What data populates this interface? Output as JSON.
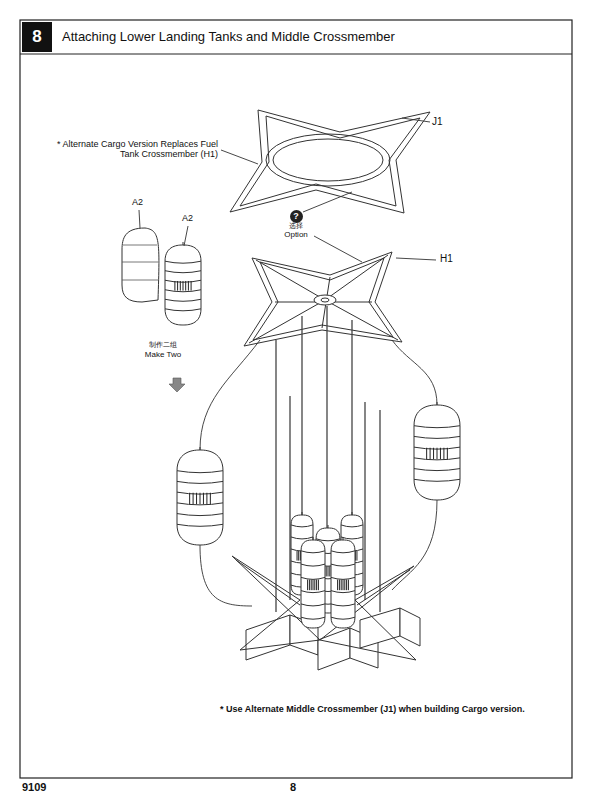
{
  "diagram": {
    "title": "Attaching Lower Landing Tanks and Middle Crossmember",
    "nodes": [
      {
        "text": [
          "8"
        ]
      },
      {
        "text": [
          "?"
        ]
      }
    ],
    "labels": [
      "J1",
      "* Alternate Cargo Version Replaces Fuel Tank Crossmember (H1)",
      "A2",
      "A2",
      "制作二组",
      "Make Two",
      "选择",
      "Option",
      "H1",
      "* Use Alternate Middle Crossmember (J1) when building Cargo version.",
      "9109",
      "8"
    ]
  }
}
